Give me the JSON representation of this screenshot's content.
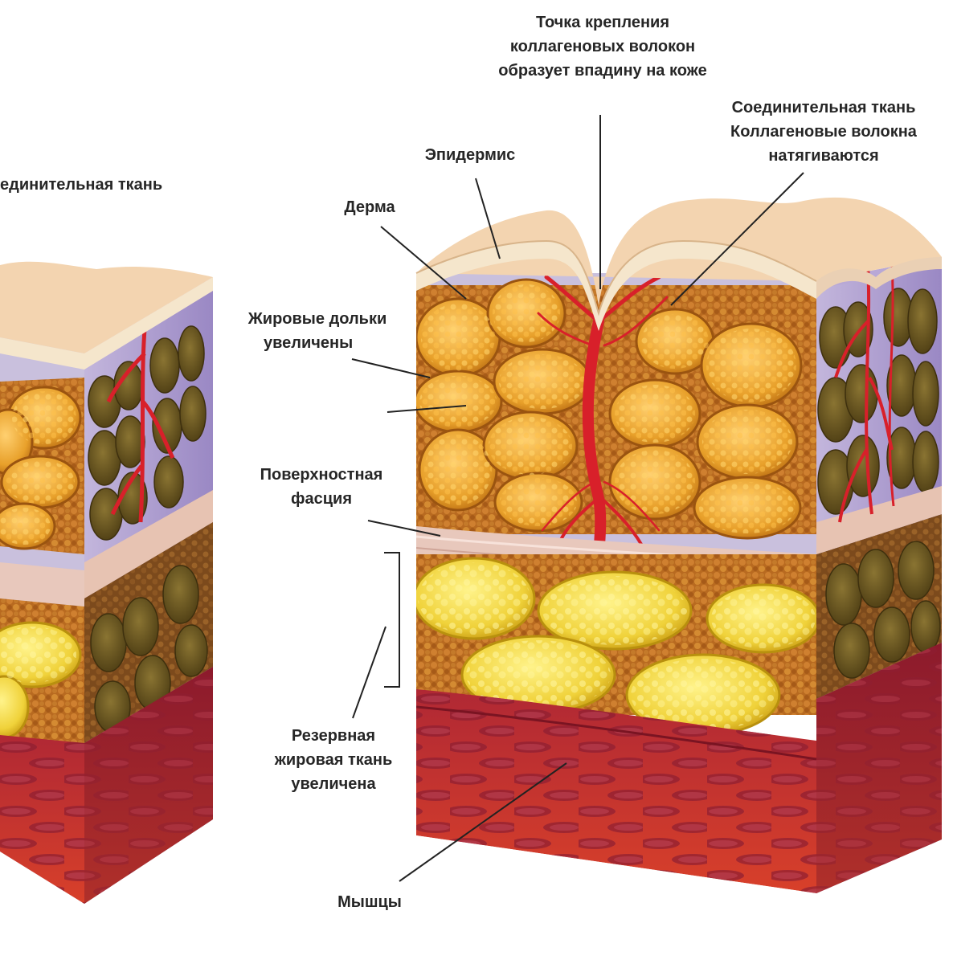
{
  "labels": {
    "collagen_point": [
      "Точка крепления",
      "коллагеновых волокон",
      "образует впадину на коже"
    ],
    "connective_right": [
      "Соединительная ткань",
      "Коллагеновые волокна",
      "натягиваются"
    ],
    "connective_left": "единительная ткань",
    "epidermis": "Эпидермис",
    "derma": "Дерма",
    "fat_lobules": [
      "Жировые дольки",
      "увеличены"
    ],
    "fascia": [
      "Поверхностная",
      "фасция"
    ],
    "reserve_fat": [
      "Резервная",
      "жировая ткань",
      "увеличена"
    ],
    "muscles": "Мышцы"
  },
  "colors": {
    "epidermis": "#f3d4b0",
    "dermis": "#c9c0dd",
    "fat_lobule": "#e6a02a",
    "reserve_fat": "#f2d84a",
    "fibers": "#d8202a",
    "muscle": "#a8283a",
    "side_fat": "#6e5a22",
    "leader_line": "#222222"
  }
}
